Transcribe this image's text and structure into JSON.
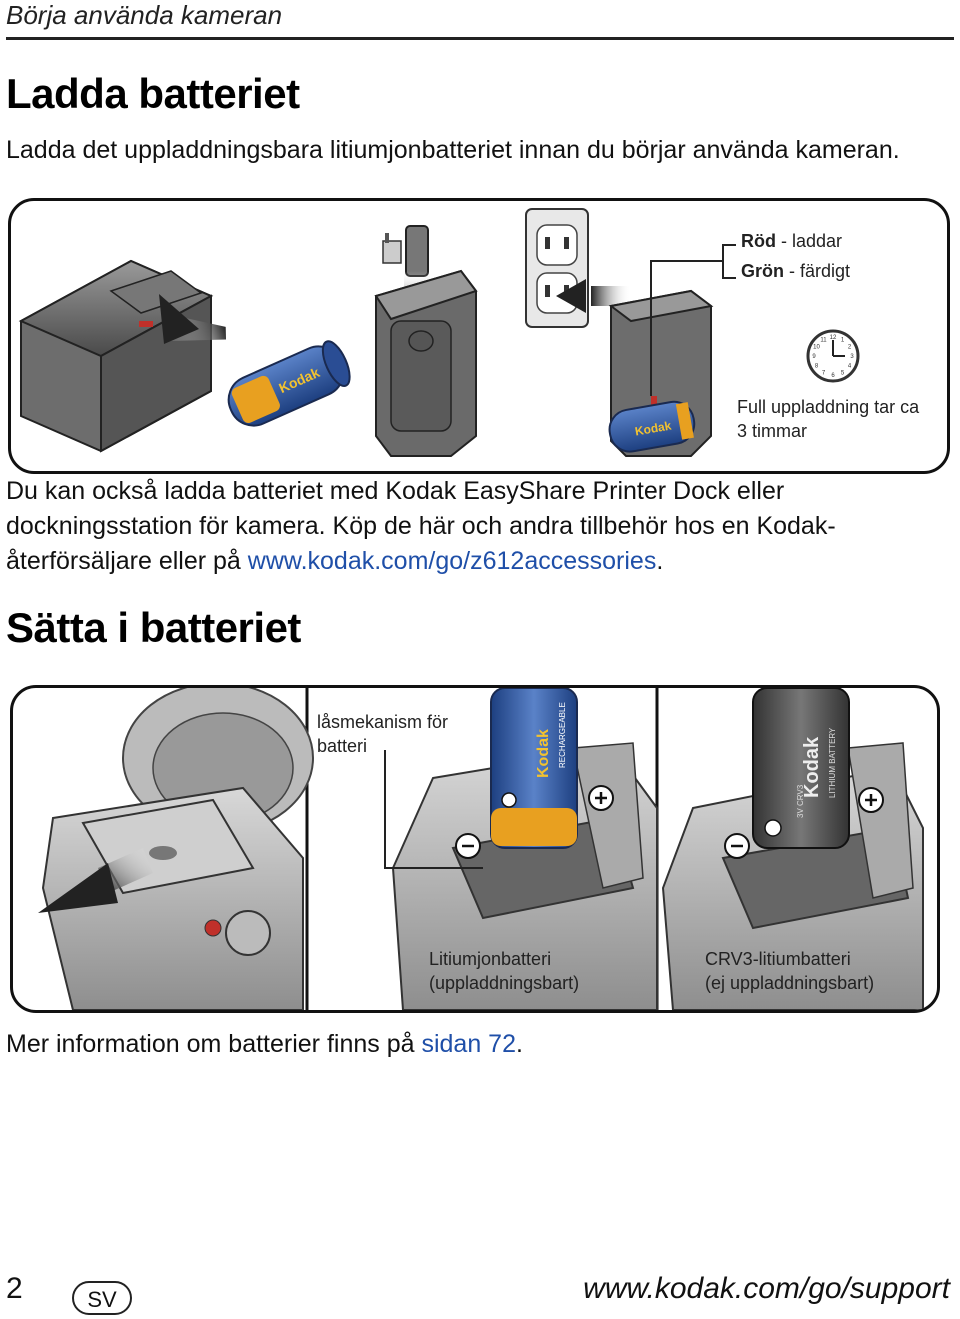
{
  "header": {
    "running_title": "Börja använda kameran"
  },
  "section1": {
    "title": "Ladda batteriet",
    "lead": "Ladda det uppladdningsbara litiumjonbatteriet innan du börjar använda kameran.",
    "legend_red_label": "Röd",
    "legend_red_text": " - laddar",
    "legend_green_label": "Grön",
    "legend_green_text": " - färdigt",
    "charge_time_line1": "Full uppladdning tar ca",
    "charge_time_line2": "3 timmar",
    "clock_numbers": [
      "12",
      "1",
      "2",
      "3",
      "4",
      "5",
      "6",
      "7",
      "8",
      "9",
      "10",
      "11"
    ],
    "battery_brand": "Kodak",
    "body_part1": "Du kan också ladda batteriet med Kodak EasyShare Printer Dock eller dockningsstation för kamera. Köp de här och andra tillbehör hos en Kodak-återförsäljare eller på ",
    "body_link": "www.kodak.com/go/z612accessories",
    "body_end": "."
  },
  "section2": {
    "title": "Sätta i batteriet",
    "lock_label_line1": "låsmekanism för",
    "lock_label_line2": "batteri",
    "liion_line1": "Litiumjonbatteri",
    "liion_line2": "(uppladdningsbart)",
    "crv3_line1": "CRV3-litiumbatteri",
    "crv3_line2": "(ej uppladdningsbart)",
    "battery_brand": "Kodak",
    "crv3_battery_text": "LITHIUM BATTERY",
    "crv3_battery_code": "3V CRV3",
    "rechargeable_text": "RECHARGEABLE"
  },
  "more_info": {
    "text": "Mer information om batterier finns på ",
    "link": "sidan 72",
    "end": "."
  },
  "footer": {
    "page_number": "2",
    "lang_badge": "SV",
    "url": "www.kodak.com/go/support"
  },
  "colors": {
    "link": "#1f4fa8",
    "battery_blue": "#2f5aa8",
    "battery_orange": "#e8a020",
    "led_red": "#c0302a"
  }
}
